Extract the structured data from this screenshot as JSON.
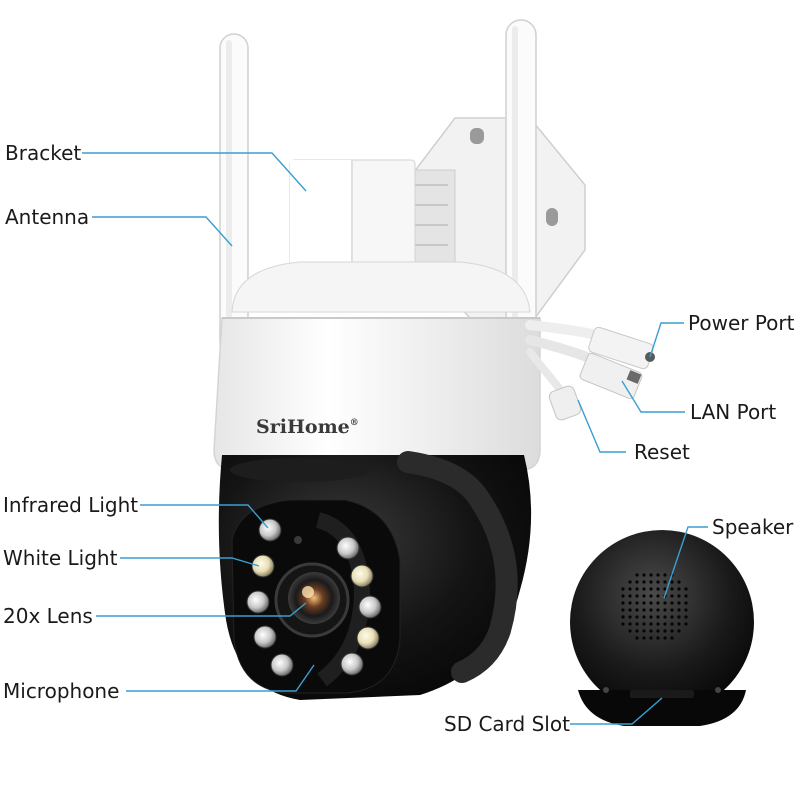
{
  "product": {
    "brand": "SriHome",
    "brand_mark": "®"
  },
  "labels": {
    "bracket": "Bracket",
    "antenna": "Antenna",
    "power_port": "Power Port",
    "lan_port": "LAN Port",
    "reset": "Reset",
    "infrared_light": "Infrared Light",
    "white_light": "White Light",
    "lens": "20x Lens",
    "microphone": "Microphone",
    "speaker": "Speaker",
    "sd_card_slot": "SD Card Slot"
  },
  "colors": {
    "leader_line": "#3a9fd0",
    "housing_white": "#f4f4f4",
    "housing_black": "#0d0d0d",
    "label_text": "#1a1a1a"
  }
}
